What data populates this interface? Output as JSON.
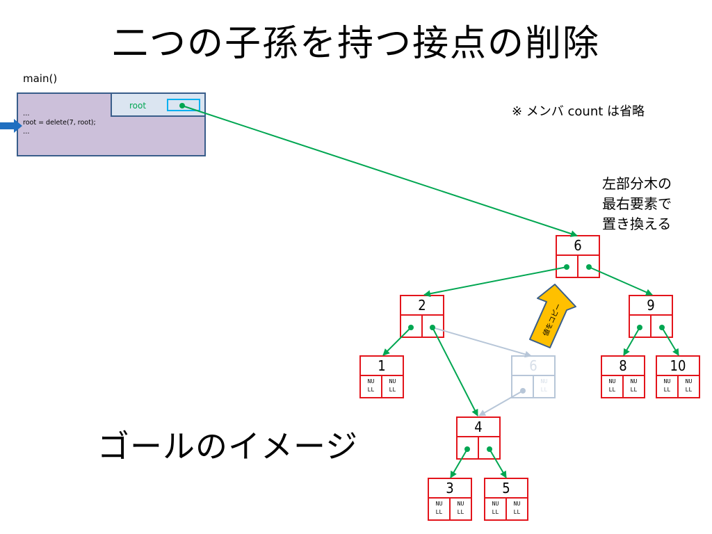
{
  "title": "二つの子孫を持つ接点の削除",
  "main": {
    "label": "main()",
    "code": [
      "…",
      "root = delete(7, root);",
      "…"
    ],
    "root_label": "root"
  },
  "note": "※ メンバ count は省略",
  "caption": [
    "左部分木の",
    "最右要素で",
    "置き換える"
  ],
  "goal_text": "ゴールのイメージ",
  "copy_label": "値をコピー",
  "null_label": "NU\nLL",
  "nodes": {
    "n6": "6",
    "n2": "2",
    "n9": "9",
    "n1": "1",
    "n6old": "6",
    "n8": "8",
    "n10": "10",
    "n4": "4",
    "n3": "3",
    "n5": "5"
  },
  "colors": {
    "node_border": "#e3141b",
    "pointer": "#00a651",
    "faded": "#b7c6d8",
    "arrow_fill": "#ffc000",
    "arrow_stroke": "#385d8a",
    "main_bg": "#ccc0da",
    "root_bg": "#dbe5f1"
  }
}
